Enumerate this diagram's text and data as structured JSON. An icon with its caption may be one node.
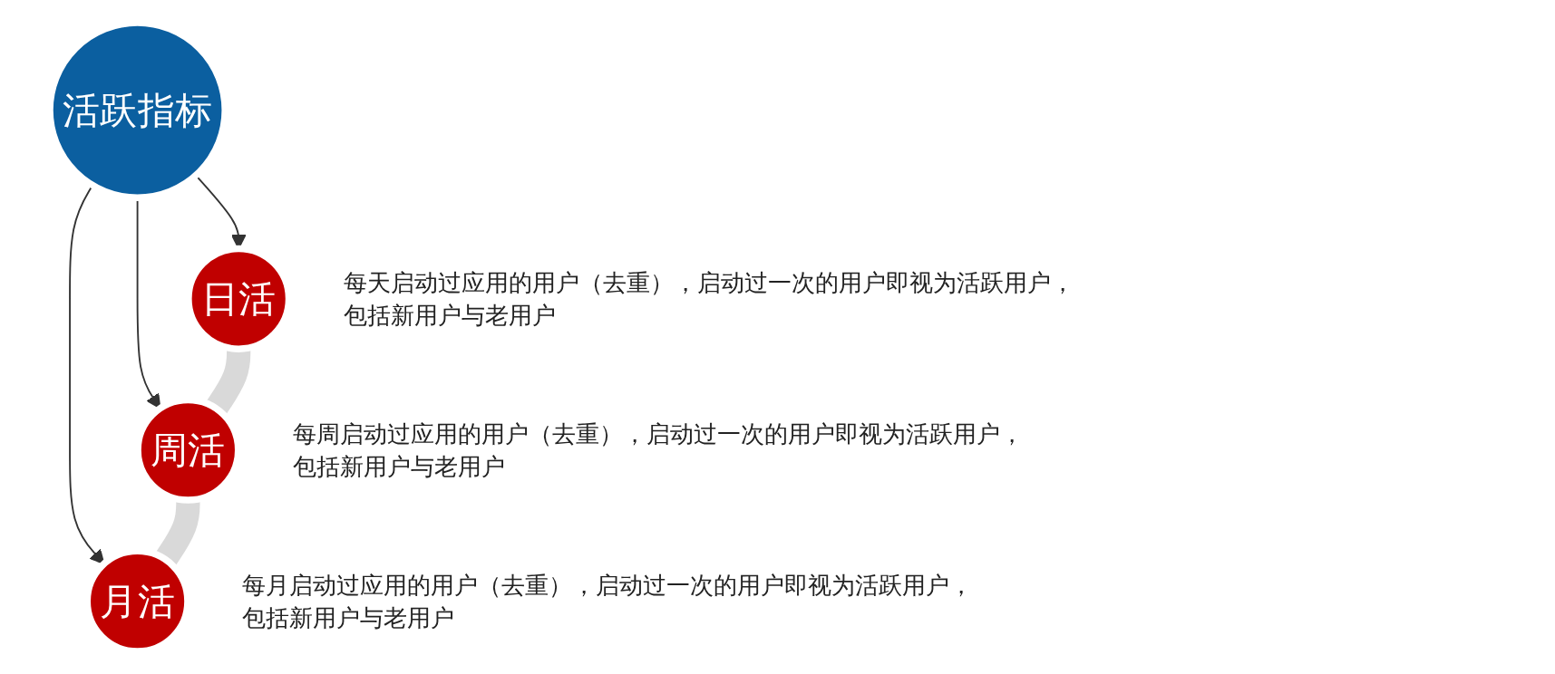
{
  "diagram": {
    "nodes": [
      {
        "text": [
          "活跃指标"
        ]
      },
      {
        "text": [
          "日活"
        ],
        "beside": [
          "每天启动过应用的用户（去重），启动过一次的用户即视为活跃用户，包括新用户与老用户"
        ]
      },
      {
        "text": [
          "周活"
        ],
        "beside": [
          "每周启动过应用的用户（去重），启动过一次的用户即视为活跃用户，包括新用户与老用户"
        ]
      },
      {
        "text": [
          "月活"
        ],
        "beside": [
          "每月启动过应用的用户（去重），启动过一次的用户即视为活跃用户，包括新用户与老用户"
        ]
      }
    ],
    "edges": [
      {
        "from": 0,
        "to": 1,
        "arrow": "to"
      },
      {
        "from": 0,
        "to": 2,
        "arrow": "to"
      },
      {
        "from": 0,
        "to": 3,
        "arrow": "to"
      },
      {
        "from": 1,
        "to": 2,
        "arrow": "none",
        "style": "thick",
        "color": "#d9d9d9"
      },
      {
        "from": 2,
        "to": 3,
        "arrow": "none",
        "style": "thick",
        "color": "#d9d9d9"
      }
    ]
  }
}
